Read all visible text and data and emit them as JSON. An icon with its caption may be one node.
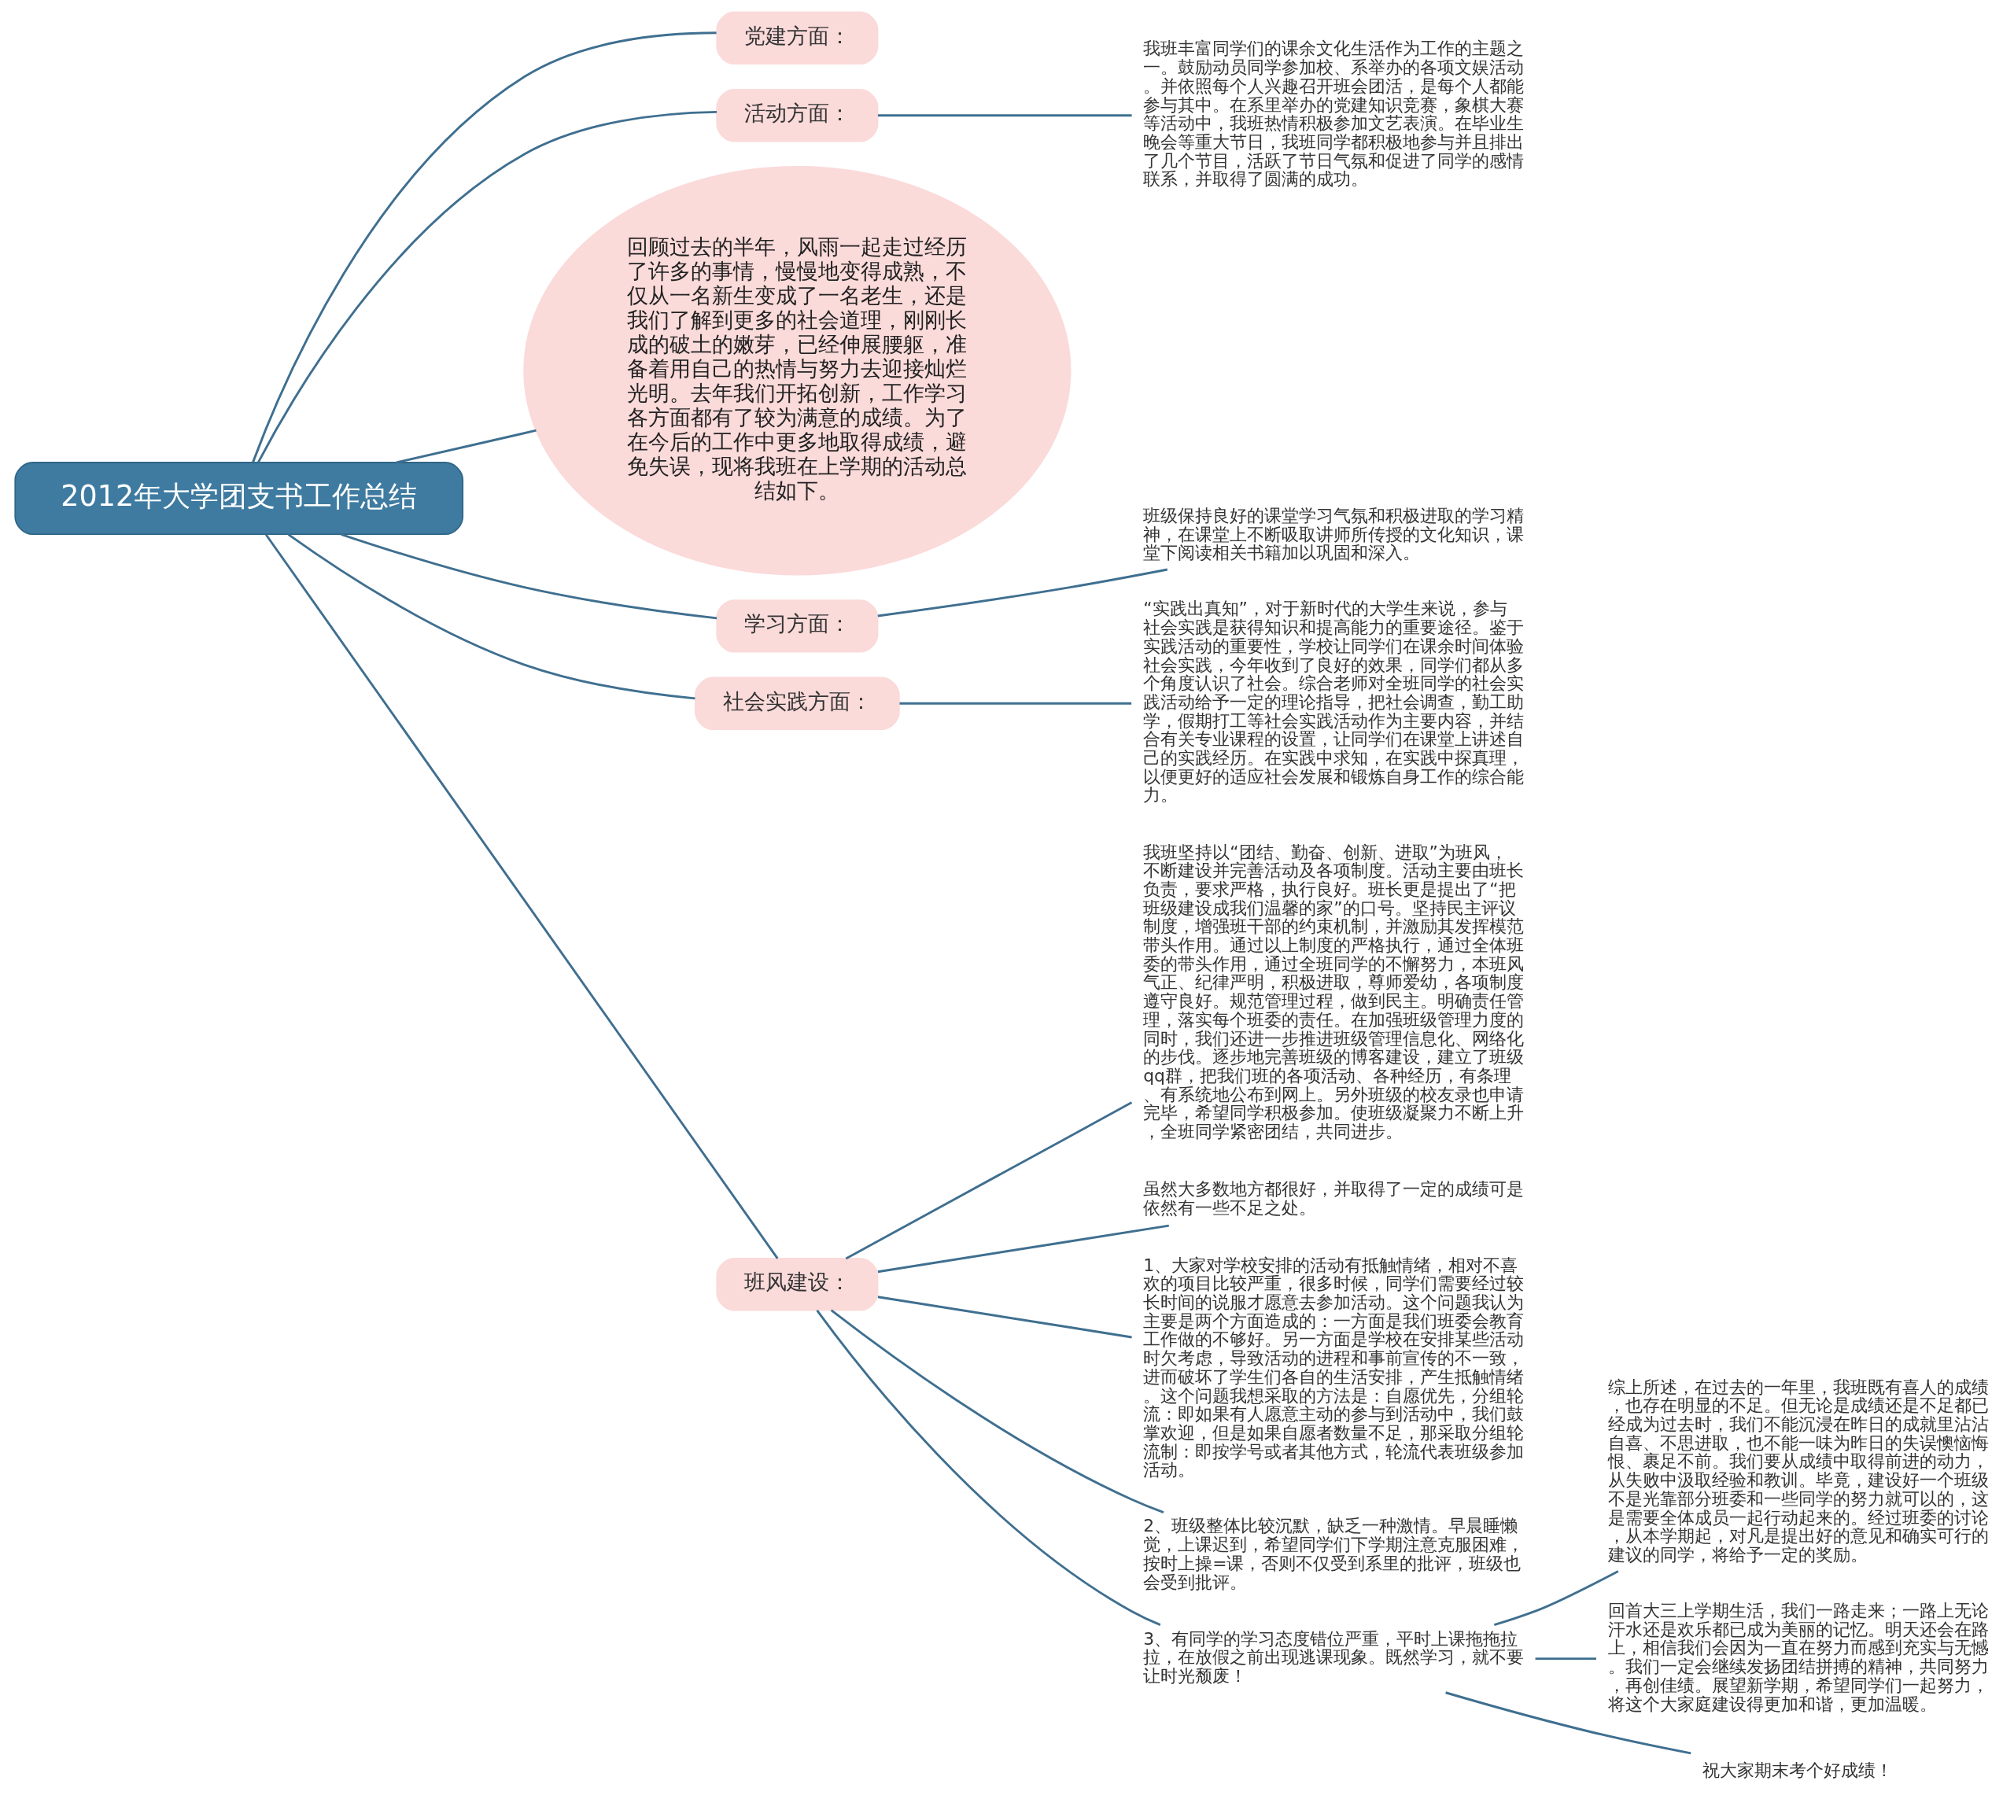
{
  "diagram": {
    "nodes": [
      {
        "text": [
          "2012年大学团支书工作总结"
        ]
      },
      {
        "text": [
          "党建方面："
        ]
      },
      {
        "text": [
          "活动方面："
        ]
      },
      {
        "text": [
          "我班丰富同学们的课余文化生活作为工作的主题之一。鼓励动员同学参加校、系举办的各项文娱活动。并依照每个人兴趣召开班会团活，是每个人都能参与其中。在系里举办的党建知识竞赛，象棋大赛等活动中，我班热情积极参加文艺表演。在毕业生晚会等重大节日，我班同学都积极地参与并且排出了几个节目，活跃了节日气氛和促进了同学的感情联系，并取得了圆满的成功。"
        ]
      },
      {
        "text": [
          "回顾过去的半年，风雨一起走过经历了许多的事情，慢慢地变得成熟，不仅从一名新生变成了一名老生，还是我们了解到更多的社会道理，刚刚长成的破土的嫩芽，已经伸展腰躯，准备着用自己的热情与努力去迎接灿烂光明。去年我们开拓创新，工作学习各方面都有了较为满意的成绩。为了在今后的工作中更多地取得成绩，避免失误，现将我班在上学期的活动总结如下。"
        ]
      },
      {
        "text": [
          "学习方面："
        ]
      },
      {
        "text": [
          "班级保持良好的课堂学习气氛和积极进取的学习精神，在课堂上不断吸取讲师所传授的文化知识，课堂下阅读相关书籍加以巩固和深入。"
        ]
      },
      {
        "text": [
          "社会实践方面："
        ]
      },
      {
        "text": [
          "“实践出真知”，对于新时代的大学生来说，参与社会实践是获得知识和提高能力的重要途径。鉴于实践活动的重要性，学校让同学们在课余时间体验社会实践，今年收到了良好的效果，同学们都从多个角度认识了社会。综合老师对全班同学的社会实践活动给予一定的理论指导，把社会调查，勤工助学，假期打工等社会实践活动作为主要内容，并结合有关专业课程的设置，让同学们在课堂上讲述自己的实践经历。在实践中求知，在实践中探真理，以便更好的适应社会发展和锻炼自身工作的综合能力。"
        ]
      },
      {
        "text": [
          "班风建设："
        ]
      },
      {
        "text": [
          "我班坚持以“团结、勤奋、创新、进取”为班风，不断建设并完善活动及各项制度。活动主要由班长负责，要求严格，执行良好。班长更是提出了“把班级建设成我们温馨的家”的口号。坚持民主评议制度，增强班干部的约束机制，并激励其发挥模范带头作用。通过以上制度的严格执行，通过全体班委的带头作用，通过全班同学的不懈努力，本班风气正、纪律严明，积极进取，尊师爱幼，各项制度遵守良好。规范管理过程，做到民主。明确责任管理，落实每个班委的责任。在加强班级管理力度的同时，我们还进一步推进班级管理信息化、网络化的步伐。逐步地完善班级的博客建设，建立了班级qq群，把我们班的各项活动、各种经历，有条理、有系统地公布到网上。另外班级的校友录也申请完毕，希望同学积极参加。使班级凝聚力不断上升，全班同学紧密团结，共同进步。"
        ]
      },
      {
        "text": [
          "虽然大多数地方都很好，并取得了一定的成绩可是依然有一些不足之处。"
        ]
      },
      {
        "text": [
          "1、大家对学校安排的活动有抵触情绪，相对不喜欢的项目比较严重，很多时候，同学们需要经过较长时间的说服才愿意去参加活动。这个问题我认为主要是两个方面造成的：一方面是我们班委会教育工作做的不够好。另一方面是学校在安排某些活动时欠考虑，导致活动的进程和事前宣传的不一致，进而破坏了学生们各自的生活安排，产生抵触情绪。这个问题我想采取的方法是：自愿优先，分组轮流：即如果有人愿意主动的参与到活动中，我们鼓掌欢迎，但是如果自愿者数量不足，那采取分组轮流制：即按学号或者其他方式，轮流代表班级参加活动。"
        ]
      },
      {
        "text": [
          "2、班级整体比较沉默，缺乏一种激情。早晨睡懒觉，上课迟到，希望同学们下学期注意克服困难，按时上操=课，否则不仅受到系里的批评，班级也会受到批评。"
        ]
      },
      {
        "text": [
          "3、有同学的学习态度错位严重，平时上课拖拖拉拉，在放假之前出现逃课现象。既然学习，就不要让时光颓废！"
        ]
      },
      {
        "text": [
          "综上所述，在过去的一年里，我班既有喜人的成绩，也存在明显的不足。但无论是成绩还是不足都已经成为过去时，我们不能沉浸在昨日的成就里沾沾自喜、不思进取，也不能一味为昨日的失误懊恼悔恨、裹足不前。我们要从成绩中取得前进的动力，从失败中汲取经验和教训。毕竟，建设好一个班级不是光靠部分班委和一些同学的努力就可以的，这是需要全体成员一起行动起来的。经过班委的讨论，从本学期起，对凡是提出好的意见和确实可行的建议的同学，将给予一定的奖励。"
        ]
      },
      {
        "text": [
          "回首大三上学期生活，我们一路走来；一路上无论汗水还是欢乐都已成为美丽的记忆。明天还会在路上，相信我们会因为一直在努力而感到充实与无憾。我们一定会继续发扬团结拼搏的精神，共同努力，再创佳绩。展望新学期，希望同学们一起努力，将这个大家庭建设得更加和谐，更加温暖。"
        ]
      },
      {
        "text": [
          "祝大家期末考个好成绩！"
        ]
      }
    ],
    "edges": [
      {
        "from": 0,
        "to": 1,
        "arrow": "none"
      },
      {
        "from": 0,
        "to": 2,
        "arrow": "none"
      },
      {
        "from": 2,
        "to": 3,
        "arrow": "none"
      },
      {
        "from": 0,
        "to": 4,
        "arrow": "none"
      },
      {
        "from": 0,
        "to": 5,
        "arrow": "none"
      },
      {
        "from": 5,
        "to": 6,
        "arrow": "none"
      },
      {
        "from": 0,
        "to": 7,
        "arrow": "none"
      },
      {
        "from": 7,
        "to": 8,
        "arrow": "none"
      },
      {
        "from": 0,
        "to": 9,
        "arrow": "none"
      },
      {
        "from": 9,
        "to": 10,
        "arrow": "none"
      },
      {
        "from": 9,
        "to": 11,
        "arrow": "none"
      },
      {
        "from": 9,
        "to": 12,
        "arrow": "none"
      },
      {
        "from": 9,
        "to": 13,
        "arrow": "none"
      },
      {
        "from": 9,
        "to": 14,
        "arrow": "none"
      },
      {
        "from": 14,
        "to": 15,
        "arrow": "none"
      },
      {
        "from": 14,
        "to": 16,
        "arrow": "none"
      },
      {
        "from": 14,
        "to": 17,
        "arrow": "none"
      }
    ]
  }
}
